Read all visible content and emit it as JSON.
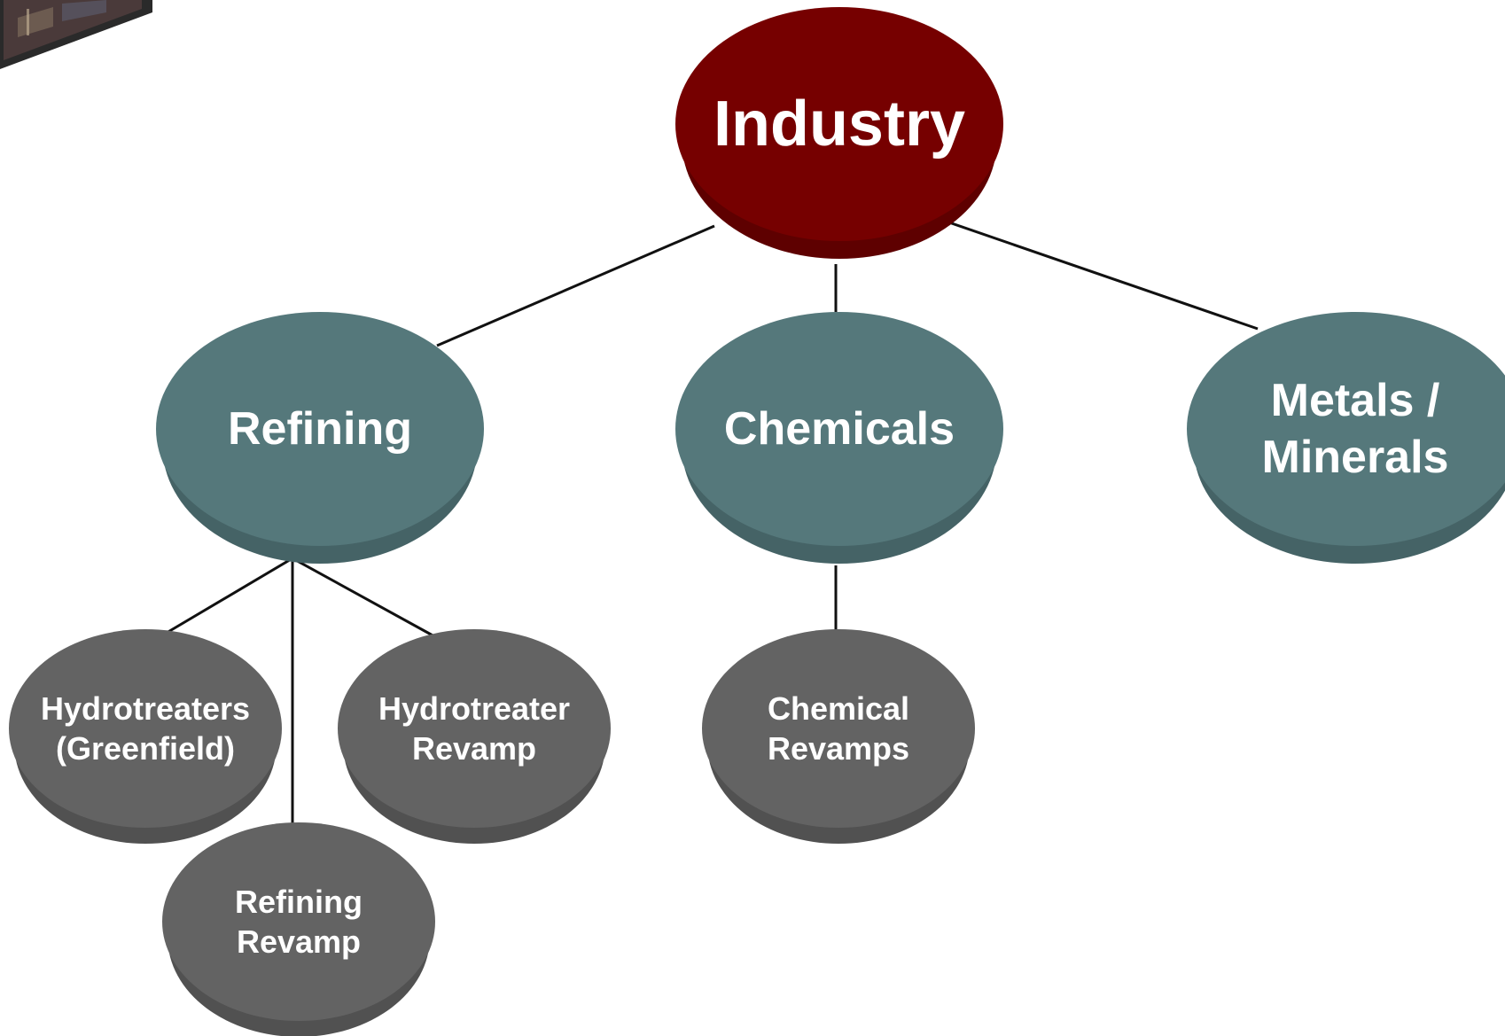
{
  "colors": {
    "root": "#760000",
    "root_side": "#5e0000",
    "category": "#55787b",
    "category_side": "#456366",
    "leaf": "#636363",
    "leaf_side": "#515151",
    "connector": "#111111"
  },
  "thumbnail": {
    "icon": "photo-thumbnail-icon"
  },
  "nodes": {
    "industry": {
      "lines": [
        "Industry"
      ]
    },
    "refining": {
      "lines": [
        "Refining"
      ]
    },
    "chemicals": {
      "lines": [
        "Chemicals"
      ]
    },
    "metals": {
      "lines": [
        "Metals /",
        "Minerals"
      ]
    },
    "hydrotreaters": {
      "lines": [
        "Hydrotreaters",
        "(Greenfield)"
      ]
    },
    "hydrotreater_revamp": {
      "lines": [
        "Hydrotreater",
        "Revamp"
      ]
    },
    "refining_revamp": {
      "lines": [
        "Refining",
        "Revamp"
      ]
    },
    "chemical_revamps": {
      "lines": [
        "Chemical",
        "Revamps"
      ]
    }
  }
}
